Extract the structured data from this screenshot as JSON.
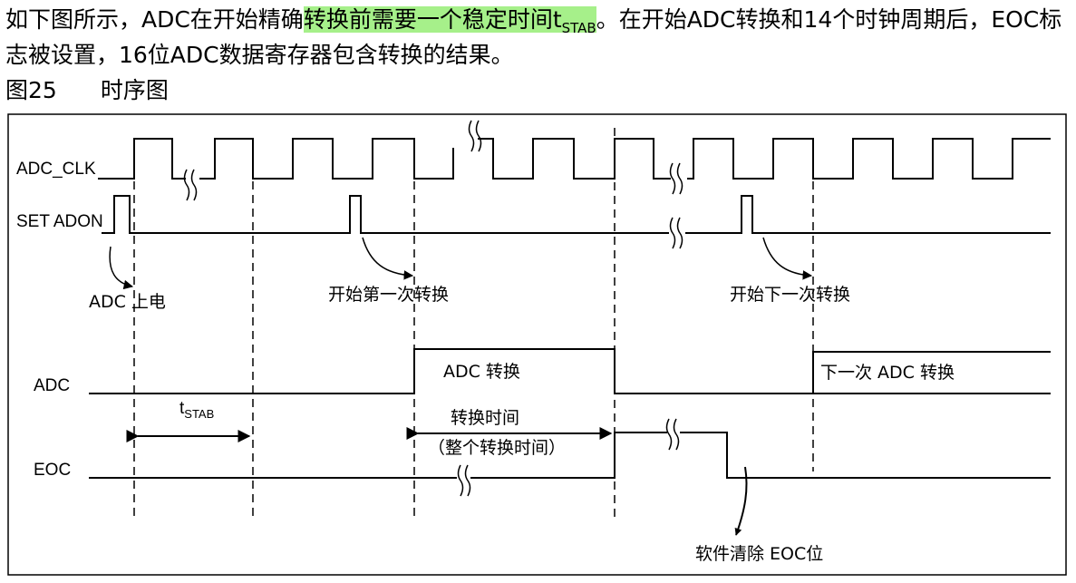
{
  "paragraph": {
    "part1": "如下图所示，ADC在开始精确",
    "highlight_main": "转换前需要一个稳定时间t",
    "highlight_sub": "STAB",
    "part2": "。在开始ADC转换和14个时钟周期后，EOC标志被设置，16位ADC数据寄存器包含转换的结果。"
  },
  "figure": {
    "number": "图25",
    "title": "时序图"
  },
  "diagram": {
    "signals": {
      "clk": "ADC_CLK",
      "adon": "SET ADON",
      "adc": "ADC",
      "eoc": "EOC"
    },
    "annotations": {
      "power_on": "ADC 上电",
      "start_first": "开始第一次转换",
      "start_next": "开始下一次转换",
      "adc_conversion": "ADC 转换",
      "next_conversion": "下一次 ADC 转换",
      "tstab_t": "t",
      "tstab_sub": "STAB",
      "conv_time": "转换时间",
      "conv_time_full": "（整个转换时间）",
      "sw_clear": "软件清除 EOC位"
    },
    "colors": {
      "highlight": "#a6f08a",
      "line": "#000000"
    }
  }
}
